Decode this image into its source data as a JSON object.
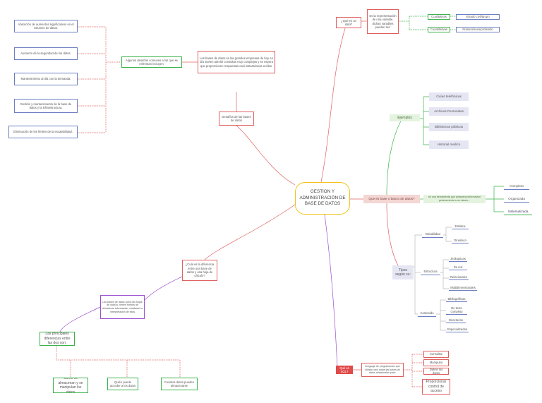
{
  "center": "GESTION Y ADMINISTRACIÓN DE BASE DE DATOS",
  "que_es_un_dato": {
    "label": "¿Qué es un dato?",
    "definition": "Es la representación de una variable, dichas variables pueden ser:",
    "types": [
      "Cualitativas",
      "Cuantitativas"
    ],
    "examples": [
      "Estado civil/grupo",
      "Número/sexo/profesión"
    ]
  },
  "desafios": {
    "label": "Desafíos de las bases de datos",
    "description": "Las bases de datos se las grandes empresas de hoy en día suelen admitir consultas muy complejas y se espera que proporcionen respuestas casi instantáneas a ellas.",
    "challenges_title": "Algunos desafíos comunes a los que se enfrentan incluyen:",
    "challenges": [
      "Absorción de aumentos significativos en el volumen de datos.",
      "Aumento de la seguridad de los datos.",
      "Mantenimiento al día con la demanda.",
      "Gestión y mantenimiento de la base de datos y la infraestructura.",
      "Eliminación de los límites de la escalabilidad."
    ]
  },
  "ejemplos": {
    "label": "Ejemplos",
    "items": [
      "Guías telefónicas",
      "Archivos Personales",
      "Bibliotecas públicas",
      "Historial medico"
    ]
  },
  "que_es_base": {
    "label": "Que es base o banco de datos?",
    "definition": "es una herramienta que almacena información perteneciente a un mismo...",
    "properties": [
      "Completa",
      "Organizada",
      "Sistematizada"
    ]
  },
  "tipos": {
    "label": "Tipos según su:",
    "groups": [
      {
        "name": "Variabilidad",
        "items": [
          "Estática",
          "Dinámica"
        ]
      },
      {
        "name": "Estructura",
        "items": [
          "Jerárquicas",
          "De red",
          "Relacionales",
          "Multidimensionales"
        ]
      },
      {
        "name": "Contenido",
        "items": [
          "Bibliográficas",
          "De texto completo",
          "Directorios",
          "Especializadas"
        ]
      }
    ]
  },
  "que_es_sql": {
    "label": "Qué es SQL?",
    "definition": "Lenguaje de programación que utilizan casi todas las bases de datos relacionales para:",
    "uses": [
      "Consultar",
      "Manipular",
      "Definir los datos",
      "Proporcionar control de acceso"
    ]
  },
  "diferencia": {
    "label": "¿Cuál es la diferencia entre una base de datos y una hoja de cálculo?",
    "description": "Las bases de datos como las hojas de cálculo, tienen formas de almacenar información, mediante la interpretación de ellas",
    "main": "Las principales diferencias entre las dos son:",
    "items": [
      "Cómo se almacenan y se manipulan los datos",
      "Quién puede acceder a los datos",
      "Cuántos datos pueden almacenarse"
    ]
  },
  "colors": {
    "red": "#e06060",
    "blue": "#6d7fc4",
    "green": "#3bb24a",
    "purple": "#9b4fd0",
    "yellow": "#f2c218"
  }
}
